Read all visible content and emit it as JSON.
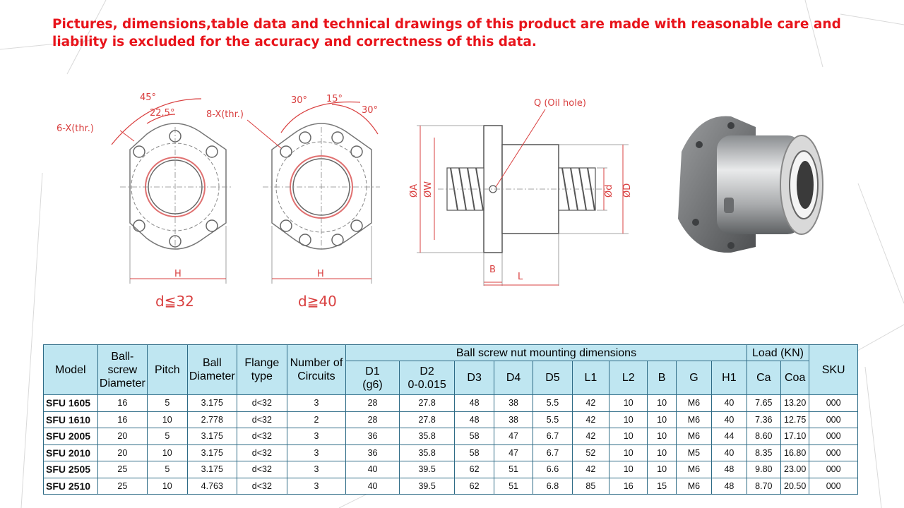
{
  "notice": "Pictures, dimensions,table data and technical drawings of this product are made with reasonable care and liability  is excluded for the accuracy and correctness of this data.",
  "drawing": {
    "left_view": {
      "angle_outer": "45°",
      "angle_inner": "22.5°",
      "holes_label": "6-X(thr.)",
      "width_label": "H",
      "caption": "d≦32"
    },
    "right_view": {
      "angle_left": "30°",
      "angle_mid": "15°",
      "angle_right": "30°",
      "holes_label": "8-X(thr.)",
      "width_label": "H",
      "caption": "d≧40"
    },
    "side_view": {
      "oil_hole_label": "Q (Oil hole)",
      "label_A": "ØA",
      "label_W": "ØW",
      "label_d": "Ød",
      "label_D": "ØD",
      "label_B": "B",
      "label_L": "L"
    }
  },
  "table": {
    "headers": {
      "model": "Model",
      "screw_diameter": "Ball-screw Diameter",
      "pitch": "Pitch",
      "ball_diameter": "Ball Diameter",
      "flange_type": "Flange type",
      "circuits": "Number of Circuits",
      "mounting_group": "Ball screw nut mounting dimensions",
      "load_group": "Load (KN)",
      "sku": "SKU",
      "d1_line1": "D1",
      "d1_line2": "(g6)",
      "d2_line1": "D2",
      "d2_line2": "0-0.015",
      "d3": "D3",
      "d4": "D4",
      "d5": "D5",
      "l1": "L1",
      "l2": "L2",
      "b": "B",
      "g": "G",
      "h1": "H1",
      "ca": "Ca",
      "coa": "Coa"
    },
    "rows": [
      {
        "model": "SFU 1605",
        "screw": "16",
        "pitch": "5",
        "ball": "3.175",
        "flange": "d<32",
        "circuits": "3",
        "d1": "28",
        "d2": "27.8",
        "d3": "48",
        "d4": "38",
        "d5": "5.5",
        "l1": "42",
        "l2": "10",
        "b": "10",
        "g": "M6",
        "h1": "40",
        "ca": "7.65",
        "coa": "13.20",
        "sku": "000"
      },
      {
        "model": "SFU 1610",
        "screw": "16",
        "pitch": "10",
        "ball": "2.778",
        "flange": "d<32",
        "circuits": "2",
        "d1": "28",
        "d2": "27.8",
        "d3": "48",
        "d4": "38",
        "d5": "5.5",
        "l1": "42",
        "l2": "10",
        "b": "10",
        "g": "M6",
        "h1": "40",
        "ca": "7.36",
        "coa": "12.75",
        "sku": "000"
      },
      {
        "model": "SFU 2005",
        "screw": "20",
        "pitch": "5",
        "ball": "3.175",
        "flange": "d<32",
        "circuits": "3",
        "d1": "36",
        "d2": "35.8",
        "d3": "58",
        "d4": "47",
        "d5": "6.7",
        "l1": "42",
        "l2": "10",
        "b": "10",
        "g": "M6",
        "h1": "44",
        "ca": "8.60",
        "coa": "17.10",
        "sku": "000"
      },
      {
        "model": "SFU 2010",
        "screw": "20",
        "pitch": "10",
        "ball": "3.175",
        "flange": "d<32",
        "circuits": "3",
        "d1": "36",
        "d2": "35.8",
        "d3": "58",
        "d4": "47",
        "d5": "6.7",
        "l1": "52",
        "l2": "10",
        "b": "10",
        "g": "M5",
        "h1": "40",
        "ca": "8.35",
        "coa": "16.80",
        "sku": "000"
      },
      {
        "model": "SFU 2505",
        "screw": "25",
        "pitch": "5",
        "ball": "3.175",
        "flange": "d<32",
        "circuits": "3",
        "d1": "40",
        "d2": "39.5",
        "d3": "62",
        "d4": "51",
        "d5": "6.6",
        "l1": "42",
        "l2": "10",
        "b": "10",
        "g": "M6",
        "h1": "48",
        "ca": "9.80",
        "coa": "23.00",
        "sku": "000"
      },
      {
        "model": "SFU 2510",
        "screw": "25",
        "pitch": "10",
        "ball": "4.763",
        "flange": "d<32",
        "circuits": "3",
        "d1": "40",
        "d2": "39.5",
        "d3": "62",
        "d4": "51",
        "d5": "6.8",
        "l1": "85",
        "l2": "16",
        "b": "15",
        "g": "M6",
        "h1": "48",
        "ca": "8.70",
        "coa": "20.50",
        "sku": "000"
      }
    ]
  },
  "colors": {
    "notice_red": "#e8141b",
    "dimension_red": "#d94040",
    "header_fill": "#bfe6f1",
    "border": "#2e6b86"
  }
}
